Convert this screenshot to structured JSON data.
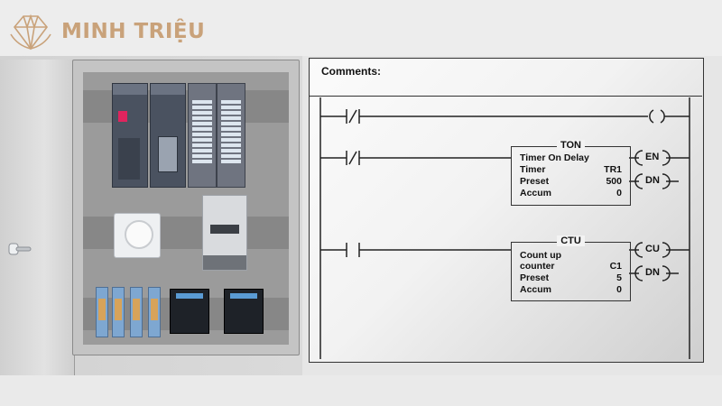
{
  "brand": {
    "name": "MINH TRIỆU",
    "color": "#c9a27a"
  },
  "ladder": {
    "comments_label": "Comments:",
    "ton": {
      "title": "TON",
      "description": "Timer On Delay",
      "fields": [
        {
          "label": "Timer",
          "value": "TR1"
        },
        {
          "label": "Preset",
          "value": "500"
        },
        {
          "label": "Accum",
          "value": "0"
        }
      ],
      "outputs": [
        "EN",
        "DN"
      ]
    },
    "ctu": {
      "title": "CTU",
      "description_line1": "Count up",
      "fields": [
        {
          "label": "counter",
          "value": "C1"
        },
        {
          "label": "Preset",
          "value": "5"
        },
        {
          "label": "Accum",
          "value": "0"
        }
      ],
      "outputs": [
        "CU",
        "DN"
      ]
    },
    "rungs": [
      {
        "contact": "normally-closed",
        "output": "coil"
      },
      {
        "contact": "normally-closed",
        "output": "TON"
      },
      {
        "contact": "normally-open",
        "output": "CTU"
      }
    ]
  },
  "cabinet": {
    "icons": [
      "plc-cpu-icon",
      "plc-module-icon",
      "digital-io-module-icon",
      "timer-relay-icon",
      "counter-icon",
      "relay-icon",
      "contactor-icon",
      "door-handle-icon"
    ]
  }
}
